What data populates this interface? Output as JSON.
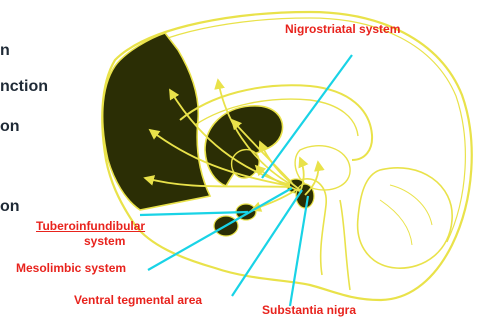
{
  "background_text": [
    "n",
    "nction",
    "on",
    "on"
  ],
  "labels": {
    "nigrostriatal": "Nigrostriatal system",
    "tubero_line1": "Tuberoinfundibular",
    "tubero_line2": "system",
    "mesolimbic": "Mesolimbic system",
    "vta": "Ventral tegmental area",
    "substantia": "Substantia nigra"
  },
  "colors": {
    "label": "#e8231d",
    "pointer": "#19d3e6",
    "outline": "#e9e24a",
    "dark_fill": "#2b2e05",
    "arrow": "#e9e24a"
  }
}
